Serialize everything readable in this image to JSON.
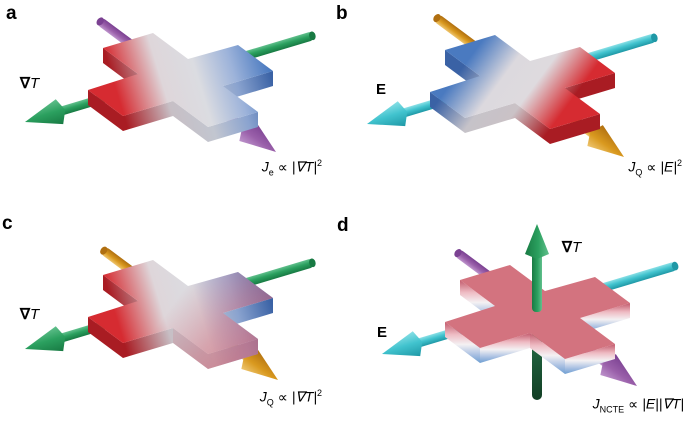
{
  "panels": {
    "a": {
      "letter": "a",
      "input_label": {
        "nabla": "∇",
        "symbol": "T"
      },
      "formula": {
        "base": "J",
        "sub": "e",
        "rel": "∝",
        "body": "|∇T|",
        "exp": "2"
      }
    },
    "b": {
      "letter": "b",
      "input_label": {
        "symbol": "E"
      },
      "formula": {
        "base": "J",
        "sub": "Q",
        "rel": "∝",
        "body": "|E|",
        "exp": "2"
      }
    },
    "c": {
      "letter": "c",
      "input_label": {
        "nabla": "∇",
        "symbol": "T"
      },
      "formula": {
        "base": "J",
        "sub": "Q",
        "rel": "∝",
        "body": "|∇T|",
        "exp": "2"
      }
    },
    "d": {
      "letter": "d",
      "input_label": {
        "symbol": "E"
      },
      "top_label": {
        "nabla": "∇",
        "symbol": "T"
      },
      "formula": {
        "base": "J",
        "sub": "NCTE",
        "rel": "∝",
        "body": "|E||∇T|",
        "exp": ""
      }
    }
  },
  "colors": {
    "background": "#ffffff",
    "text": "#000000",
    "red": "#d62b31",
    "red_dark": "#a91c23",
    "blue": "#4a7ac0",
    "blue_dark": "#3a62a5",
    "green": "#2ba05f",
    "green_light": "#62c08d",
    "green_dark": "#187a43",
    "dark_green": "#1d5a38",
    "dark_green_light": "#2b7a4c",
    "dark_green_deep": "#123f25",
    "purple": "#9a60aa",
    "purple_light": "#bd93cb",
    "purple_dark": "#7b4192",
    "cyan": "#41c3ce",
    "cyan_light": "#8ae0e6",
    "cyan_dark": "#1f98a6",
    "orange": "#d9991f",
    "orange_light": "#eec56f",
    "orange_dark": "#b06f10",
    "pink_top": "#d3737f",
    "pink_edge": "#c2596b",
    "pink_side_light": "#eebbc3",
    "side_white": "#f4f1f3",
    "side_blue": "#6f9fd2",
    "blue_soft": "#a9c0e2",
    "pink_overlay": "#cf5f6f"
  }
}
